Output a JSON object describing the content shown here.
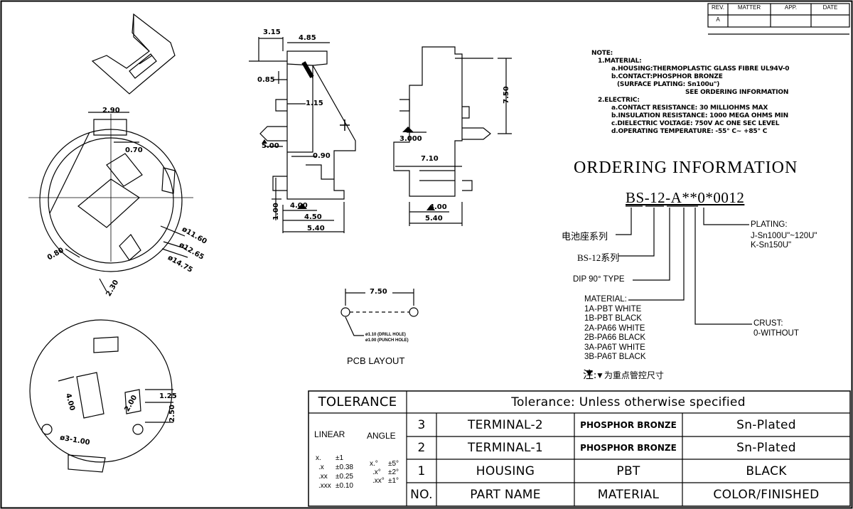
{
  "revision_block": {
    "headers": [
      "REV.",
      "MATTER",
      "APP.",
      "DATE"
    ],
    "rev": "A"
  },
  "notes": {
    "title": "NOTE:",
    "material_head": "1.MATERIAL:",
    "material": [
      "a.HOUSING:THERMOPLASTIC GLASS FIBRE UL94V-0",
      "b.CONTACT:PHOSPHOR BRONZE",
      "(SURFACE PLATING: Sn100u\")",
      "SEE ORDERING INFORMATION"
    ],
    "electric_head": "2.ELECTRIC:",
    "electric": [
      "a.CONTACT RESISTANCE: 30 MILLIOHMS MAX",
      "b.INSULATION RESISTANCE: 1000 MEGA OHMS MIN",
      "c.DIELECTRIC VOLTAGE: 750V AC ONE SEC LEVEL",
      "d.OPERATING TEMPERATURE: -55° C~ +85° C"
    ]
  },
  "ordering": {
    "title": "ORDERING INFORMATION",
    "code": "BS-12-A**0*0012",
    "series_cn": "电池座系列",
    "series": "BS-12系列",
    "type": "DIP 90° TYPE",
    "plating_head": "PLATING:",
    "plating": [
      "J-Sn100U\"~120U\"",
      "K-Sn150U\""
    ],
    "material_head": "MATERIAL:",
    "materials": [
      "1A-PBT WHITE",
      "1B-PBT BLACK",
      "2A-PA66 WHITE",
      "2B-PA66 BLACK",
      "3A-PA6T WHITE",
      "3B-PA6T BLACK"
    ],
    "crust_head": "CRUST:",
    "crust": "0-WITHOUT",
    "footnote_zhu": "注:",
    "footnote": "▼为重点管控尺寸"
  },
  "pcb": {
    "title": "PCB LAYOUT",
    "pitch": "7.50",
    "drill": "ø1.10 (DRILL HOLE)",
    "punch": "ø1.00 (PUNCH HOLE)"
  },
  "dims": {
    "d315": "3.15",
    "d485": "4.85",
    "d085": "0.85",
    "d115": "1.15",
    "d500": "5.00",
    "d090": "0.90",
    "d100": "1.00",
    "d400a": "4.00",
    "d450": "4.50",
    "d540a": "5.40",
    "d750v": "7.50",
    "d3000": "3.000",
    "d710": "7.10",
    "d400b": "4.00",
    "d540b": "5.40",
    "d290": "2.90",
    "d070": "0.70",
    "d080": "0.80",
    "d230": "2.30",
    "d1160": "ø11.60",
    "d1265": "ø12.65",
    "d1475": "ø14.75",
    "d400c": "4.00",
    "d200": "2.00",
    "d125": "1.25",
    "d250": "2.50",
    "d3100": "ø3-1.00"
  },
  "tolerance": {
    "title": "TOLERANCE",
    "subtitle": "Tolerance: Unless otherwise specified",
    "linear": "LINEAR",
    "angle": "ANGLE",
    "lin_rows": [
      [
        "x.",
        "±1"
      ],
      [
        ".x",
        "±0.38"
      ],
      [
        ".xx",
        "±0.25"
      ],
      [
        ".xxx",
        "±0.10"
      ]
    ],
    "ang_rows": [
      [
        "x.°",
        "±5°"
      ],
      [
        ".x°",
        "±2°"
      ],
      [
        ".xx°",
        "±1°"
      ]
    ]
  },
  "bom": {
    "rows": [
      {
        "no": "3",
        "name": "TERMINAL-2",
        "material": "PHOSPHOR BRONZE",
        "finish": "Sn-Plated"
      },
      {
        "no": "2",
        "name": "TERMINAL-1",
        "material": "PHOSPHOR BRONZE",
        "finish": "Sn-Plated"
      },
      {
        "no": "1",
        "name": "HOUSING",
        "material": "PBT",
        "finish": "BLACK"
      }
    ],
    "headers": {
      "no": "NO.",
      "name": "PART NAME",
      "material": "MATERIAL",
      "finish": "COLOR/FINISHED"
    }
  }
}
